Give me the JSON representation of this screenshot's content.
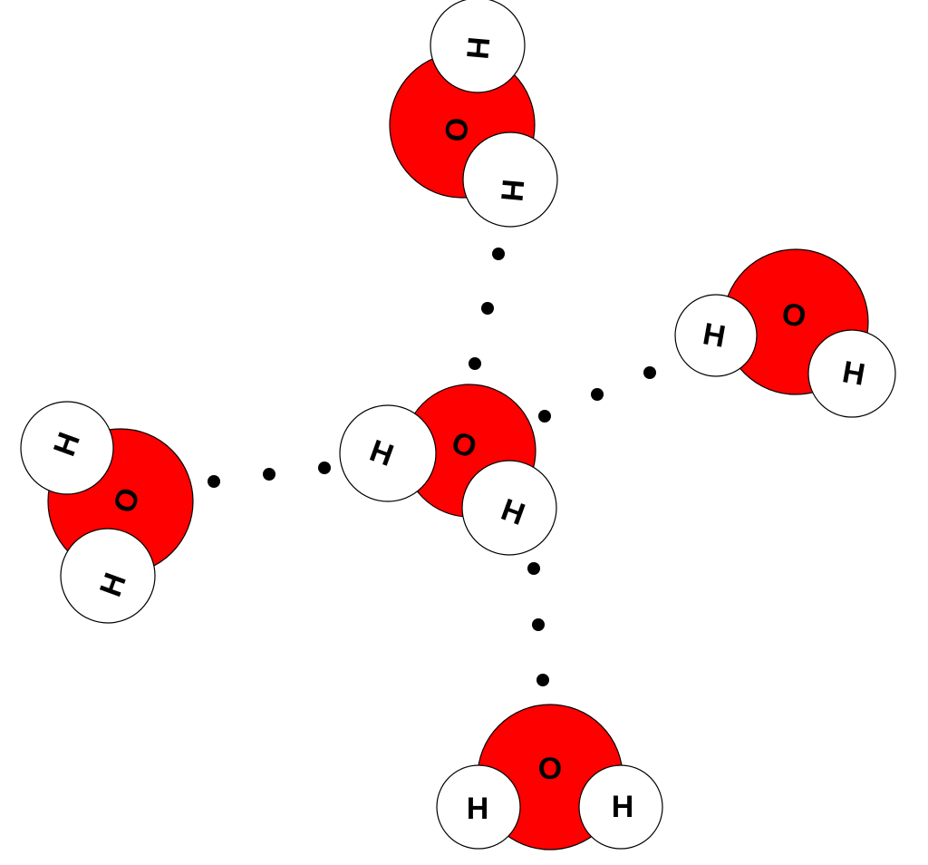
{
  "diagram": {
    "title": "Hydrogen bonding between water molecules",
    "atom_labels": {
      "oxygen": "O",
      "hydrogen": "H"
    },
    "colors": {
      "oxygen": "#ff0000",
      "hydrogen": "#ffffff",
      "bond": "#000000"
    },
    "molecules": [
      "top",
      "right",
      "center",
      "left",
      "bottom"
    ],
    "hydrogen_bonds": [
      "top-center",
      "right-center",
      "left-center",
      "center-bottom"
    ]
  }
}
